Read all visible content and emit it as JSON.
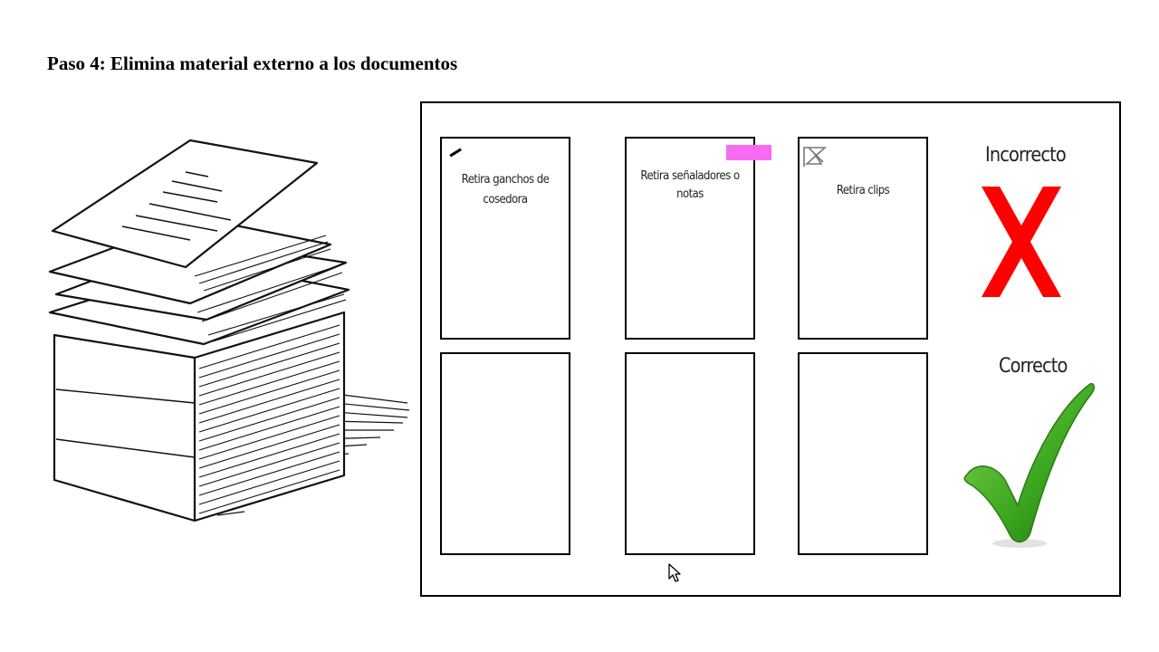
{
  "slide": {
    "title": "Paso 4: Elimina material externo a los documentos"
  },
  "illustration": {
    "icon": "paper-stack-sketch"
  },
  "board": {
    "cards": [
      {
        "text_line1": "Retira ganchos de",
        "text_line2": "cosedora",
        "decoration": "staple"
      },
      {
        "text_line1": "Retira señaladores o",
        "text_line2": "notas",
        "decoration": "sticky-note",
        "note_color": "#f76bf0"
      },
      {
        "text_line1": "Retira clips",
        "text_line2": "",
        "decoration": "paper-clip"
      },
      {
        "text_line1": "",
        "text_line2": ""
      },
      {
        "text_line1": "",
        "text_line2": ""
      },
      {
        "text_line1": "",
        "text_line2": ""
      }
    ],
    "incorrect_label": "Incorrecto",
    "correct_label": "Correcto",
    "colors": {
      "incorrect": "#ff0000",
      "correct": "#3aa51f"
    }
  }
}
